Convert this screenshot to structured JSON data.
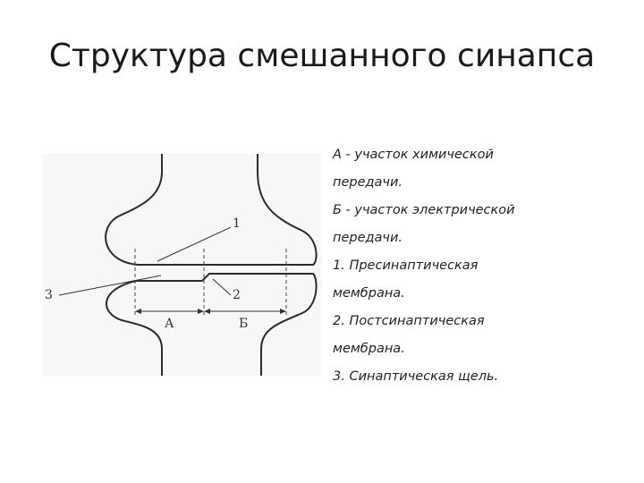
{
  "slide": {
    "title": "Структура смешанного синапса"
  },
  "diagram": {
    "labels": {
      "presynaptic_membrane": "1",
      "postsynaptic_membrane": "2",
      "synaptic_cleft": "3",
      "zone_chemical": "А",
      "zone_electrical": "Б"
    },
    "colors": {
      "background_panel": "#f7f7f7",
      "outline": "#2b2b2b",
      "label_text": "#333333"
    }
  },
  "legend": {
    "lines": [
      "А - участок химической",
      "передачи.",
      "Б - участок электрической",
      "передачи.",
      "1. Пресинаптическая",
      "мембрана.",
      "2. Постсинаптическая",
      "мембрана.",
      "3. Синаптическая щель."
    ]
  }
}
